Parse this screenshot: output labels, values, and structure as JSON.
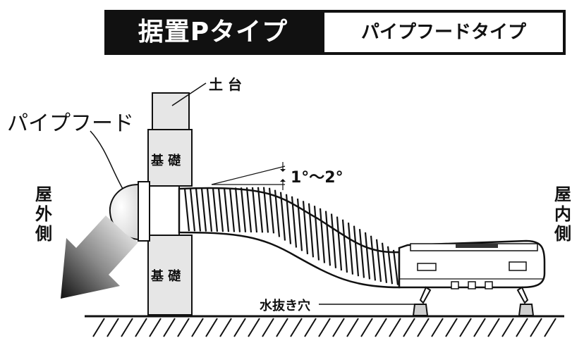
{
  "header": {
    "title_black": "据置Pタイプ",
    "title_white": "パイプフードタイプ"
  },
  "labels": {
    "dodai": "土 台",
    "kiso_upper": "基 礎",
    "kiso_lower": "基 礎",
    "pipe_hood": "パイプフード",
    "angle": "1°～2°",
    "drain_hole": "水抜き穴",
    "outdoor": "屋外側",
    "indoor": "屋内側"
  },
  "icons": {
    "ground": "ground-hatch-icon",
    "flow_arrow": "exhaust-arrow-icon"
  }
}
